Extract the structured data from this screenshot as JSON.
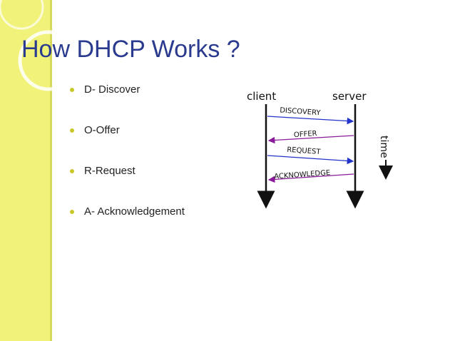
{
  "slide": {
    "title": "How DHCP Works ?",
    "bullets": [
      {
        "label": "D- Discover"
      },
      {
        "label": "O-Offer"
      },
      {
        "label": "R-Request"
      },
      {
        "label": "A- Acknowledgement"
      }
    ]
  },
  "diagram": {
    "client_label": "client",
    "server_label": "server",
    "time_label": "time",
    "messages": [
      {
        "label": "DISCOVERY",
        "direction": "client-to-server",
        "color": "#2233cc"
      },
      {
        "label": "OFFER",
        "direction": "server-to-client",
        "color": "#8a1a9a"
      },
      {
        "label": "REQUEST",
        "direction": "client-to-server",
        "color": "#2233cc"
      },
      {
        "label": "ACKNOWLEDGE",
        "direction": "server-to-client",
        "color": "#8a1a9a"
      }
    ]
  },
  "colors": {
    "title": "#2a3a8f",
    "accent_band": "#f1f27a",
    "bullet": "#c8c82a"
  }
}
